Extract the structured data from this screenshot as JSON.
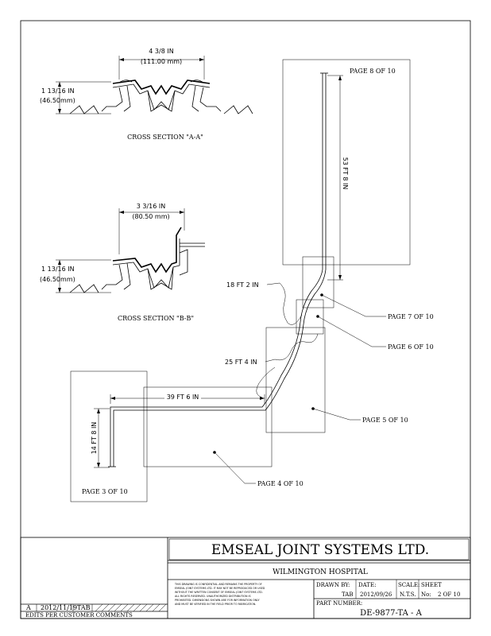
{
  "cross_section_a": {
    "title": "CROSS SECTION \"A-A\"",
    "width_in": "4 3/8 IN",
    "width_mm": "(111.00 mm)",
    "depth_in": "1 13/16 IN",
    "depth_mm": "(46.50mm)"
  },
  "cross_section_b": {
    "title": "CROSS SECTION \"B-B\"",
    "width_in": "3 3/16 IN",
    "width_mm": "(80.50 mm)",
    "depth_in": "1 13/16 IN",
    "depth_mm": "(46.50mm)"
  },
  "plan": {
    "page8": "PAGE 8 OF 10",
    "page7": "PAGE 7 OF 10",
    "page6": "PAGE 6 OF 10",
    "page5": "PAGE 5 OF 10",
    "page4": "PAGE 4 OF 10",
    "page3": "PAGE 3 OF 10",
    "dim_53": "53 FT 8 IN",
    "dim_18": "18 FT 2 IN",
    "dim_25": "25 FT 4 IN",
    "dim_39": "39 FT 6 IN",
    "dim_14": "14 FT 8 IN"
  },
  "title_block": {
    "company": "EMSEAL JOINT SYSTEMS LTD.",
    "project": "WILMINGTON HOSPITAL",
    "disclaimer": [
      "THIS DRAWING IS CONFIDENTIAL AND REMAINS THE PROPERTY OF",
      "EMSEAL JOINT SYSTEMS LTD. IT MAY NOT BE REPRODUCED OR USED",
      "WITHOUT THE WRITTEN CONSENT OF EMSEAL JOINT SYSTEMS LTD.",
      "ALL RIGHTS RESERVED. UNAUTHORIZED DISTRIBUTION IS",
      "PROHIBITED. DIMENSIONS SHOWN ARE FOR INFORMATION ONLY",
      "AND MUST BE VERIFIED IN THE FIELD PRIOR TO FABRICATION."
    ],
    "drawn_by_label": "DRAWN BY:",
    "drawn_by": "TAB",
    "date_label": "DATE:",
    "date": "2012/09/26",
    "scale_label": "SCALE:",
    "scale": "N.T.S.",
    "sheet_label": "SHEET",
    "sheet_no_label": "No:",
    "sheet_no": "2 OF 10",
    "part_label": "PART NUMBER:",
    "part_no": "DE-9877-TA - A"
  },
  "revision": {
    "letter": "A",
    "date": "2012/11/19",
    "by": "TAB",
    "note": "EDITS PER CUSTOMER COMMENTS"
  }
}
